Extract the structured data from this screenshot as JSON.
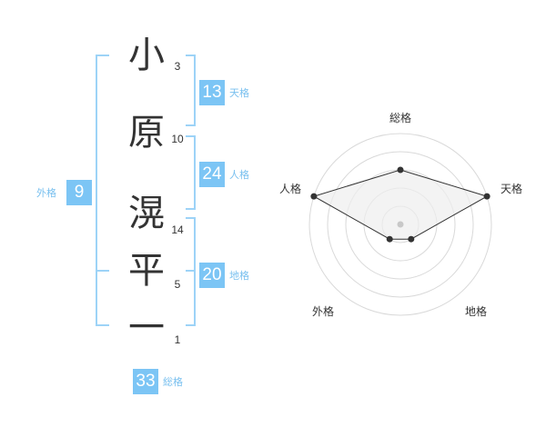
{
  "name": {
    "characters": [
      {
        "char": "小",
        "strokes": "3"
      },
      {
        "char": "原",
        "strokes": "10"
      },
      {
        "char": "滉",
        "strokes": "14"
      },
      {
        "char": "平",
        "strokes": "5"
      },
      {
        "char": "一",
        "strokes": "1"
      }
    ]
  },
  "fortunes": {
    "tenkaku": {
      "value": "13",
      "label": "天格"
    },
    "jinkaku": {
      "value": "24",
      "label": "人格"
    },
    "chikaku": {
      "value": "20",
      "label": "地格"
    },
    "gaikaku": {
      "value": "9",
      "label": "外格"
    },
    "soukaku": {
      "value": "33",
      "label": "総格"
    }
  },
  "radar": {
    "axes": [
      "総格",
      "天格",
      "地格",
      "外格",
      "人格"
    ],
    "levels": 5,
    "values": [
      3,
      5,
      1,
      1,
      5
    ],
    "line_color": "#333333",
    "fill_color": "#eeeeee",
    "ring_color": "#d9d9d9"
  },
  "colors": {
    "accent": "#7cc5f5",
    "label": "#79c0ef",
    "bracket": "#9dd3f7"
  }
}
